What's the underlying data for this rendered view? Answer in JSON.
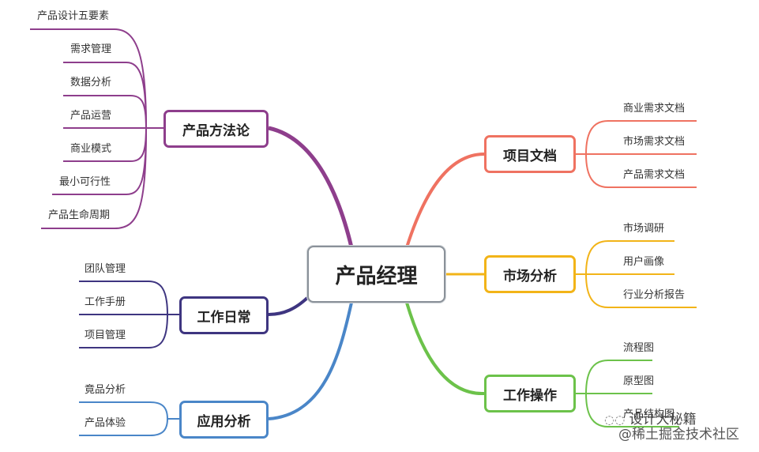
{
  "root": {
    "label": "产品经理"
  },
  "branches": {
    "methodology": {
      "label": "产品方法论",
      "color": "#8e3e8c",
      "items": [
        "产品设计五要素",
        "需求管理",
        "数据分析",
        "产品运营",
        "商业模式",
        "最小可行性",
        "产品生命周期"
      ]
    },
    "daily": {
      "label": "工作日常",
      "color": "#3e3580",
      "items": [
        "团队管理",
        "工作手册",
        "项目管理"
      ]
    },
    "application": {
      "label": "应用分析",
      "color": "#4a86c8",
      "items": [
        "竟品分析",
        "产品体验"
      ]
    },
    "docs": {
      "label": "项目文档",
      "color": "#ef7261",
      "items": [
        "商业需求文档",
        "市场需求文档",
        "产品需求文档"
      ]
    },
    "market": {
      "label": "市场分析",
      "color": "#f2b418",
      "items": [
        "市场调研",
        "用户画像",
        "行业分析报告"
      ]
    },
    "operations": {
      "label": "工作操作",
      "color": "#6cc24a",
      "items": [
        "流程图",
        "原型图",
        "产品结构图"
      ]
    }
  },
  "watermark": {
    "line1": "设计大秘籍",
    "line2": "@稀土掘金技术社区"
  }
}
